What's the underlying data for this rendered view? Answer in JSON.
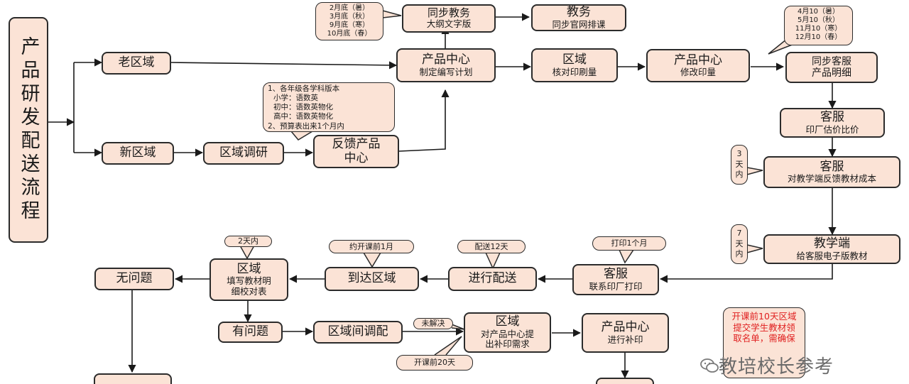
{
  "main_title": "产品研发配送流程",
  "nodes": {
    "old_region": "老区域",
    "new_region": "新区域",
    "region_survey": "区域调研",
    "feedback_line1": "反馈产品",
    "feedback_line2": "中心",
    "center_plan_title": "产品中心",
    "center_plan_sub": "制定编写计划",
    "sync_academic_title": "同步教务",
    "sync_academic_sub": "大纲文字版",
    "academic_title": "教务",
    "academic_sub": "同步官网排课",
    "region_check_title": "区域",
    "region_check_sub": "核对印刷量",
    "center_modify_title": "产品中心",
    "center_modify_sub": "修改印量",
    "sync_cs_title": "同步客服",
    "sync_cs_sub": "产品明细",
    "cs_quote_title": "客服",
    "cs_quote_sub": "印厂估价比价",
    "cs_cost_title": "客服",
    "cs_cost_sub": "对教学端反馈教材成本",
    "teaching_title": "教学端",
    "teaching_sub": "给客服电子版教材",
    "cs_print_title": "客服",
    "cs_print_sub": "联系印厂打印",
    "deliver": "进行配送",
    "arrive": "到达区域",
    "region_fill_title": "区域",
    "region_fill_sub1": "填写教材明",
    "region_fill_sub2": "细校对表",
    "no_problem": "无问题",
    "has_problem": "有问题",
    "inter_region": "区域间调配",
    "region_reprint_title": "区域",
    "region_reprint_sub1": "对产品中心提",
    "region_reprint_sub2": "出补印需求",
    "center_reprint_title": "产品中心",
    "center_reprint_sub": "进行补印"
  },
  "notes": {
    "schedule_a": [
      "2月底（暑）",
      "3月底（秋）",
      "9月底（寒）",
      "10月底（春）"
    ],
    "schedule_b": [
      "4月10（暑）",
      "5月10（秋）",
      "11月10（寒）",
      "12月10（春）"
    ],
    "subjects": [
      "1、各年级各学科版本",
      "小学：语数英",
      "初中：语数英物化",
      "高中：语数英物化",
      "2、预算表出来1个月内"
    ],
    "three_days": "3天内",
    "seven_days": "7天内",
    "print_month": "打印1个月",
    "deliver_days": "配送12天",
    "arrive_before": "约开课前1月",
    "two_days": "2天内",
    "unresolved": "未解决",
    "before_20": "开课前20天",
    "red_note": "开课前10天区域提交学生教材领取名单，需确保"
  },
  "watermark": "教培校长参考",
  "colors": {
    "box_fill": "#fbe3d6",
    "border": "#2b2b2b",
    "red_text": "#e02020"
  }
}
